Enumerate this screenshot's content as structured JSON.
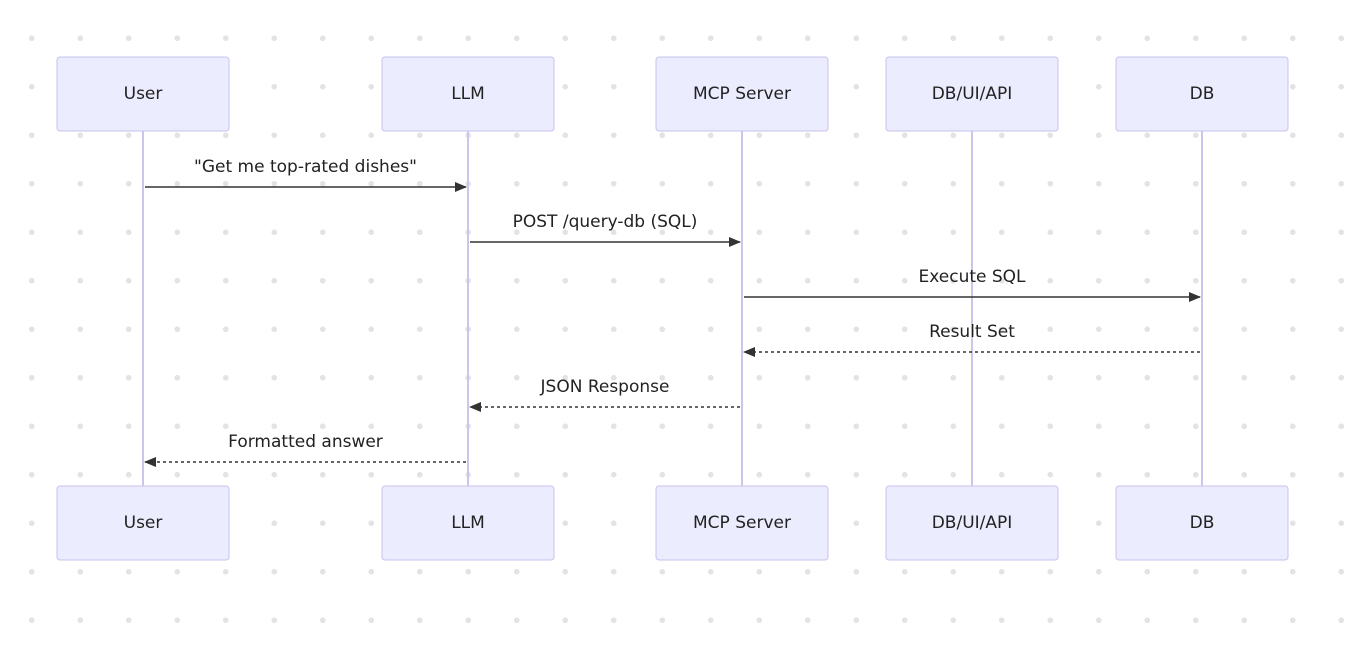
{
  "diagram": {
    "type": "sequence",
    "participants": [
      {
        "id": "user",
        "label": "User"
      },
      {
        "id": "llm",
        "label": "LLM"
      },
      {
        "id": "mcp",
        "label": "MCP Server"
      },
      {
        "id": "dbuiapi",
        "label": "DB/UI/API"
      },
      {
        "id": "db",
        "label": "DB"
      }
    ],
    "messages": [
      {
        "from": "user",
        "to": "llm",
        "label": "\"Get me top-rated dishes\"",
        "style": "solid"
      },
      {
        "from": "llm",
        "to": "mcp",
        "label": "POST /query-db (SQL)",
        "style": "solid"
      },
      {
        "from": "mcp",
        "to": "db",
        "label": "Execute SQL",
        "style": "solid"
      },
      {
        "from": "db",
        "to": "mcp",
        "label": "Result Set",
        "style": "dashed"
      },
      {
        "from": "mcp",
        "to": "llm",
        "label": "JSON Response",
        "style": "dashed"
      },
      {
        "from": "llm",
        "to": "user",
        "label": "Formatted answer",
        "style": "dashed"
      }
    ],
    "colors": {
      "actor_fill": "#ECECFF",
      "actor_border": "#C8C2EC",
      "lifeline": "#CBC6EE",
      "arrow": "#333333"
    }
  }
}
